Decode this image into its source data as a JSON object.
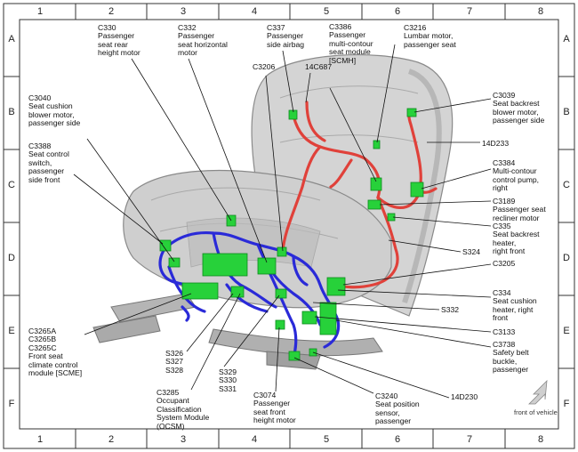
{
  "grid": {
    "columns": [
      "1",
      "2",
      "3",
      "4",
      "5",
      "6",
      "7",
      "8"
    ],
    "rows": [
      "A",
      "B",
      "C",
      "D",
      "E",
      "F"
    ]
  },
  "front_of_vehicle": "front of vehicle",
  "colors": {
    "harness_blue": "#2a2ad8",
    "harness_red": "#e0413a",
    "connector_green": "#27d13a",
    "seat_gray": "#c9c9c9",
    "seat_shadow": "#8f8f8f",
    "border": "#333333"
  },
  "labels": {
    "c330": "C330\nPassenger\nseat rear\nheight motor",
    "c332": "C332\nPassenger\nseat horizontal\nmotor",
    "c337": "C337\nPassenger\nside airbag",
    "c3386": "C3386\nPassenger\nmulti-contour\nseat module\n[SCMH]",
    "c3216": "C3216\nLumbar motor,\npassenger seat",
    "c3206": "C3206",
    "14c687": "14C687",
    "c3040": "C3040\nSeat cushion\nblower motor,\npassenger side",
    "c3039": "C3039\nSeat backrest\nblower motor,\npassenger side",
    "14d233": "14D233",
    "c3388": "C3388\nSeat control\nswitch,\npassenger\nside front",
    "c3384": "C3384\nMulti-contour\ncontrol pump,\nright",
    "c3189": "C3189\nPassenger seat\nrecliner motor",
    "c335": "C335\nSeat backrest\nheater,\nright front",
    "s324": "S324",
    "c3205": "C3205",
    "c334": "C334\nSeat cushion\nheater, right\nfront",
    "s332": "S332",
    "c3133": "C3133",
    "c3738": "C3738\nSafety belt\nbuckle,\npassenger",
    "c3265": "C3265A\nC3265B\nC3265C\nFront seat\nclimate control\nmodule [SCME]",
    "s326": "S326\nS327\nS328",
    "c3285": "C3285\nOccupant\nClassification\nSystem Module\n(OCSM)",
    "s329": "S329\nS330\nS331",
    "c3074": "C3074\nPassenger\nseat front\nheight motor",
    "c3240": "C3240\nSeat position\nsensor,\npassenger",
    "14d230": "14D230"
  }
}
